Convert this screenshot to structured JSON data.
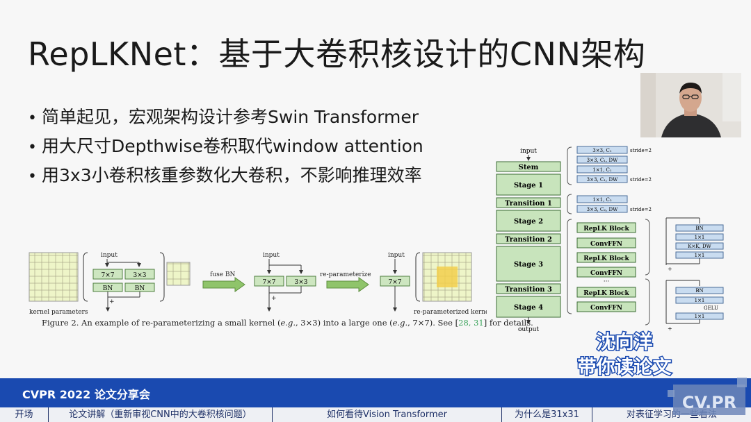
{
  "slide": {
    "title": "RepLKNet：基于大卷积核设计的CNN架构",
    "bullet_marker": "•",
    "bullets": [
      "简单起见，宏观架构设计参考Swin Transformer",
      "用大尺寸Depthwise卷积取代window attention",
      "用3x3小卷积核重参数化大卷积，不影响推理效率"
    ]
  },
  "figure2": {
    "input_label": "input",
    "conv_large": "7×7",
    "conv_small": "3×3",
    "bn": "BN",
    "plus": "+",
    "kernel_params_label": "kernel parameters",
    "fuse_bn_label": "fuse BN",
    "reparam_label": "re-parameterize",
    "reparam_kernel_label": "re-parameterized kernel",
    "caption_prefix": "Figure 2.  An example of re-parameterizing a small kernel (",
    "caption_eg": "e.g.",
    "caption_mid1": ", 3×3) into a large one (",
    "caption_mid2": ", 7×7). See [",
    "caption_refs": "28, 31",
    "caption_suffix": "] for details.",
    "colors": {
      "cell": "#eef5c8",
      "cell_border": "#a8a88a",
      "highlight": "#f2cf4e",
      "box": "#cde6c0",
      "box_border": "#4f7f40",
      "arrow": "#8fc46a"
    }
  },
  "architecture": {
    "input_label": "input",
    "output_label": "output",
    "stages": [
      "Stem",
      "Stage 1",
      "Transition 1",
      "Stage 2",
      "Transition 2",
      "Stage 3",
      "Transition 3",
      "Stage 4"
    ],
    "stem_detail": [
      "3×3, C₁",
      "3×3, C₁, DW",
      "1×1, C₁",
      "3×3, C₁, DW"
    ],
    "stride_label": "stride=2",
    "transition_detail": [
      "1×1, C₂",
      "3×3, C₂, DW"
    ],
    "stage_blocks": [
      "RepLK Block",
      "ConvFFN",
      "RepLK Block",
      "ConvFFN",
      "RepLK Block",
      "ConvFFN"
    ],
    "ellipsis": "···",
    "replk_detail": [
      "BN",
      "1×1",
      "K×K, DW",
      "1×1"
    ],
    "convffn_detail": [
      "BN",
      "1×1",
      "1×1"
    ],
    "gelu_label": "GELU",
    "plus": "+",
    "colors": {
      "box": "#c8e4bc",
      "box_border": "#3b6b34",
      "detail_box": "#c9dcf0",
      "detail_border": "#4a6c98"
    }
  },
  "overlay": {
    "line1": "沈向洋",
    "line2": "带你读论文",
    "logo_text": "CV.PR"
  },
  "banner": {
    "title": "CVPR 2022 论文分享会",
    "color": "#1a4ab0"
  },
  "chapters": [
    "开场",
    "论文讲解（重新审视CNN中的大卷积核问题）",
    "如何看待Vision Transformer",
    "为什么是31x31",
    "对表征学习的一些看法"
  ]
}
